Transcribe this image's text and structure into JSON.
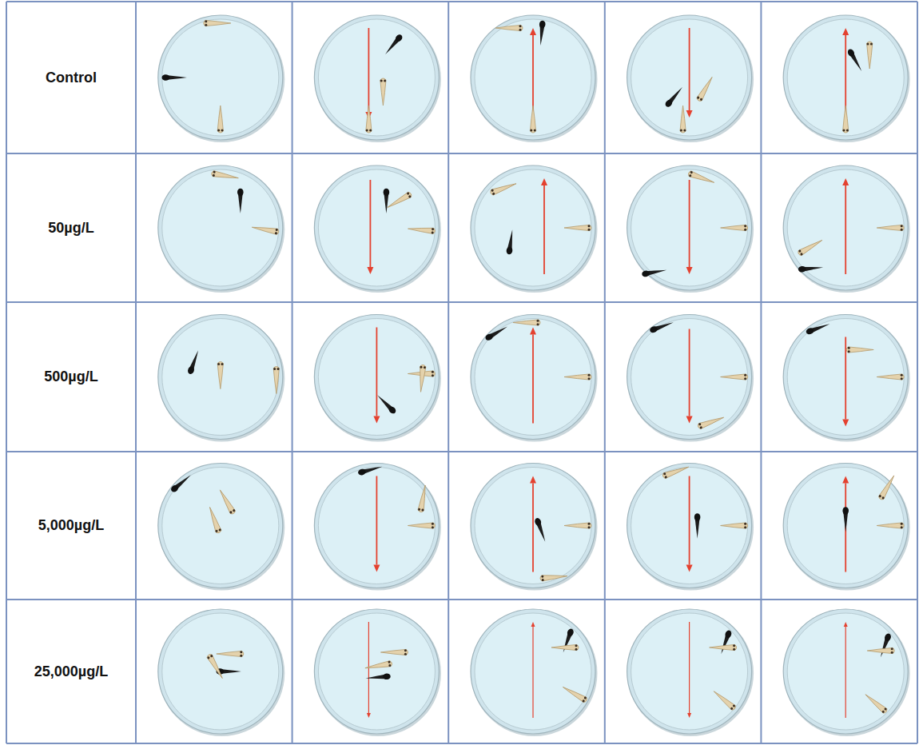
{
  "diagram": {
    "labels": [
      "Control",
      "50µg/L",
      "500µg/L",
      "5,000µg/L",
      "25,000µg/L"
    ]
  }
}
